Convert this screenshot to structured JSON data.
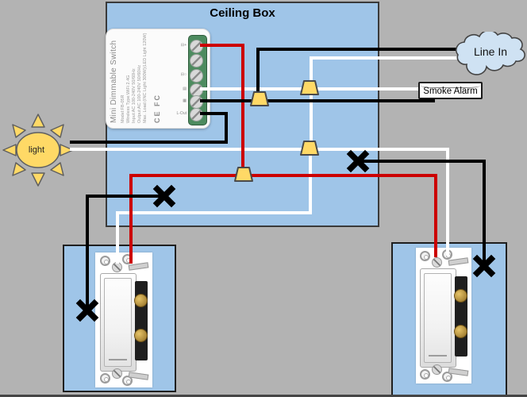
{
  "ceiling_box": {
    "title": "Ceiling Box"
  },
  "nodes": {
    "light": "light",
    "line_in": "Line In",
    "smoke_alarm": "Smoke Alarm"
  },
  "device": {
    "name": "Mini Dimmable Switch",
    "lines": [
      "Model:FB-05R",
      "Wireless Type:WiFi 2.4G",
      "Input:AC 100-240V 50/60Hz",
      "Output:AC 100-240V 50/60Hz",
      "Max. Load:(INC Light 300W)(LED Light 120W)"
    ],
    "cert_marks": "CE FC",
    "terminal_labels": [
      "⊟+",
      "",
      "⊟○",
      "▤",
      "▦",
      "L-Out"
    ]
  },
  "colors": {
    "background": "#b3b3b3",
    "box_fill": "#9fc5e8",
    "cloud_fill": "#cfe2f3",
    "wire_black": "#000000",
    "wire_red": "#cc0000",
    "wire_white": "#ffffff",
    "wire_nut": "#ffd966",
    "sun_fill": "#ffd966"
  }
}
